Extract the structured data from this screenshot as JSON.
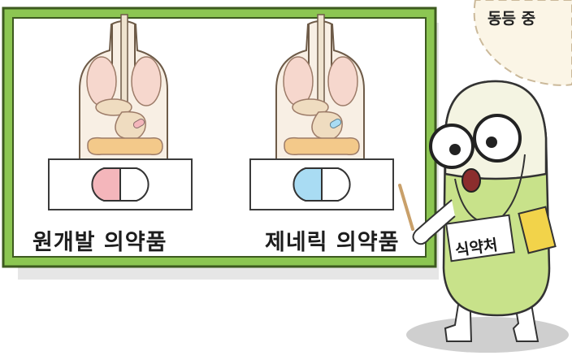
{
  "left_panel": {
    "label": "원개발 의약품",
    "capsule_color": "#f4b6bb"
  },
  "right_panel": {
    "label": "제네릭 의약품",
    "capsule_color": "#a9dcf3"
  },
  "speech_bubble": {
    "text": "동등 중"
  },
  "character": {
    "badge_text": "식약처",
    "body_color": "#c8e28a"
  },
  "colors": {
    "board_frame": "#8cc652",
    "board_border": "#3d5a1f",
    "organ_pink": "#f6d7cd",
    "organ_beige": "#efdcc0",
    "intestine": "#f3c98a"
  }
}
